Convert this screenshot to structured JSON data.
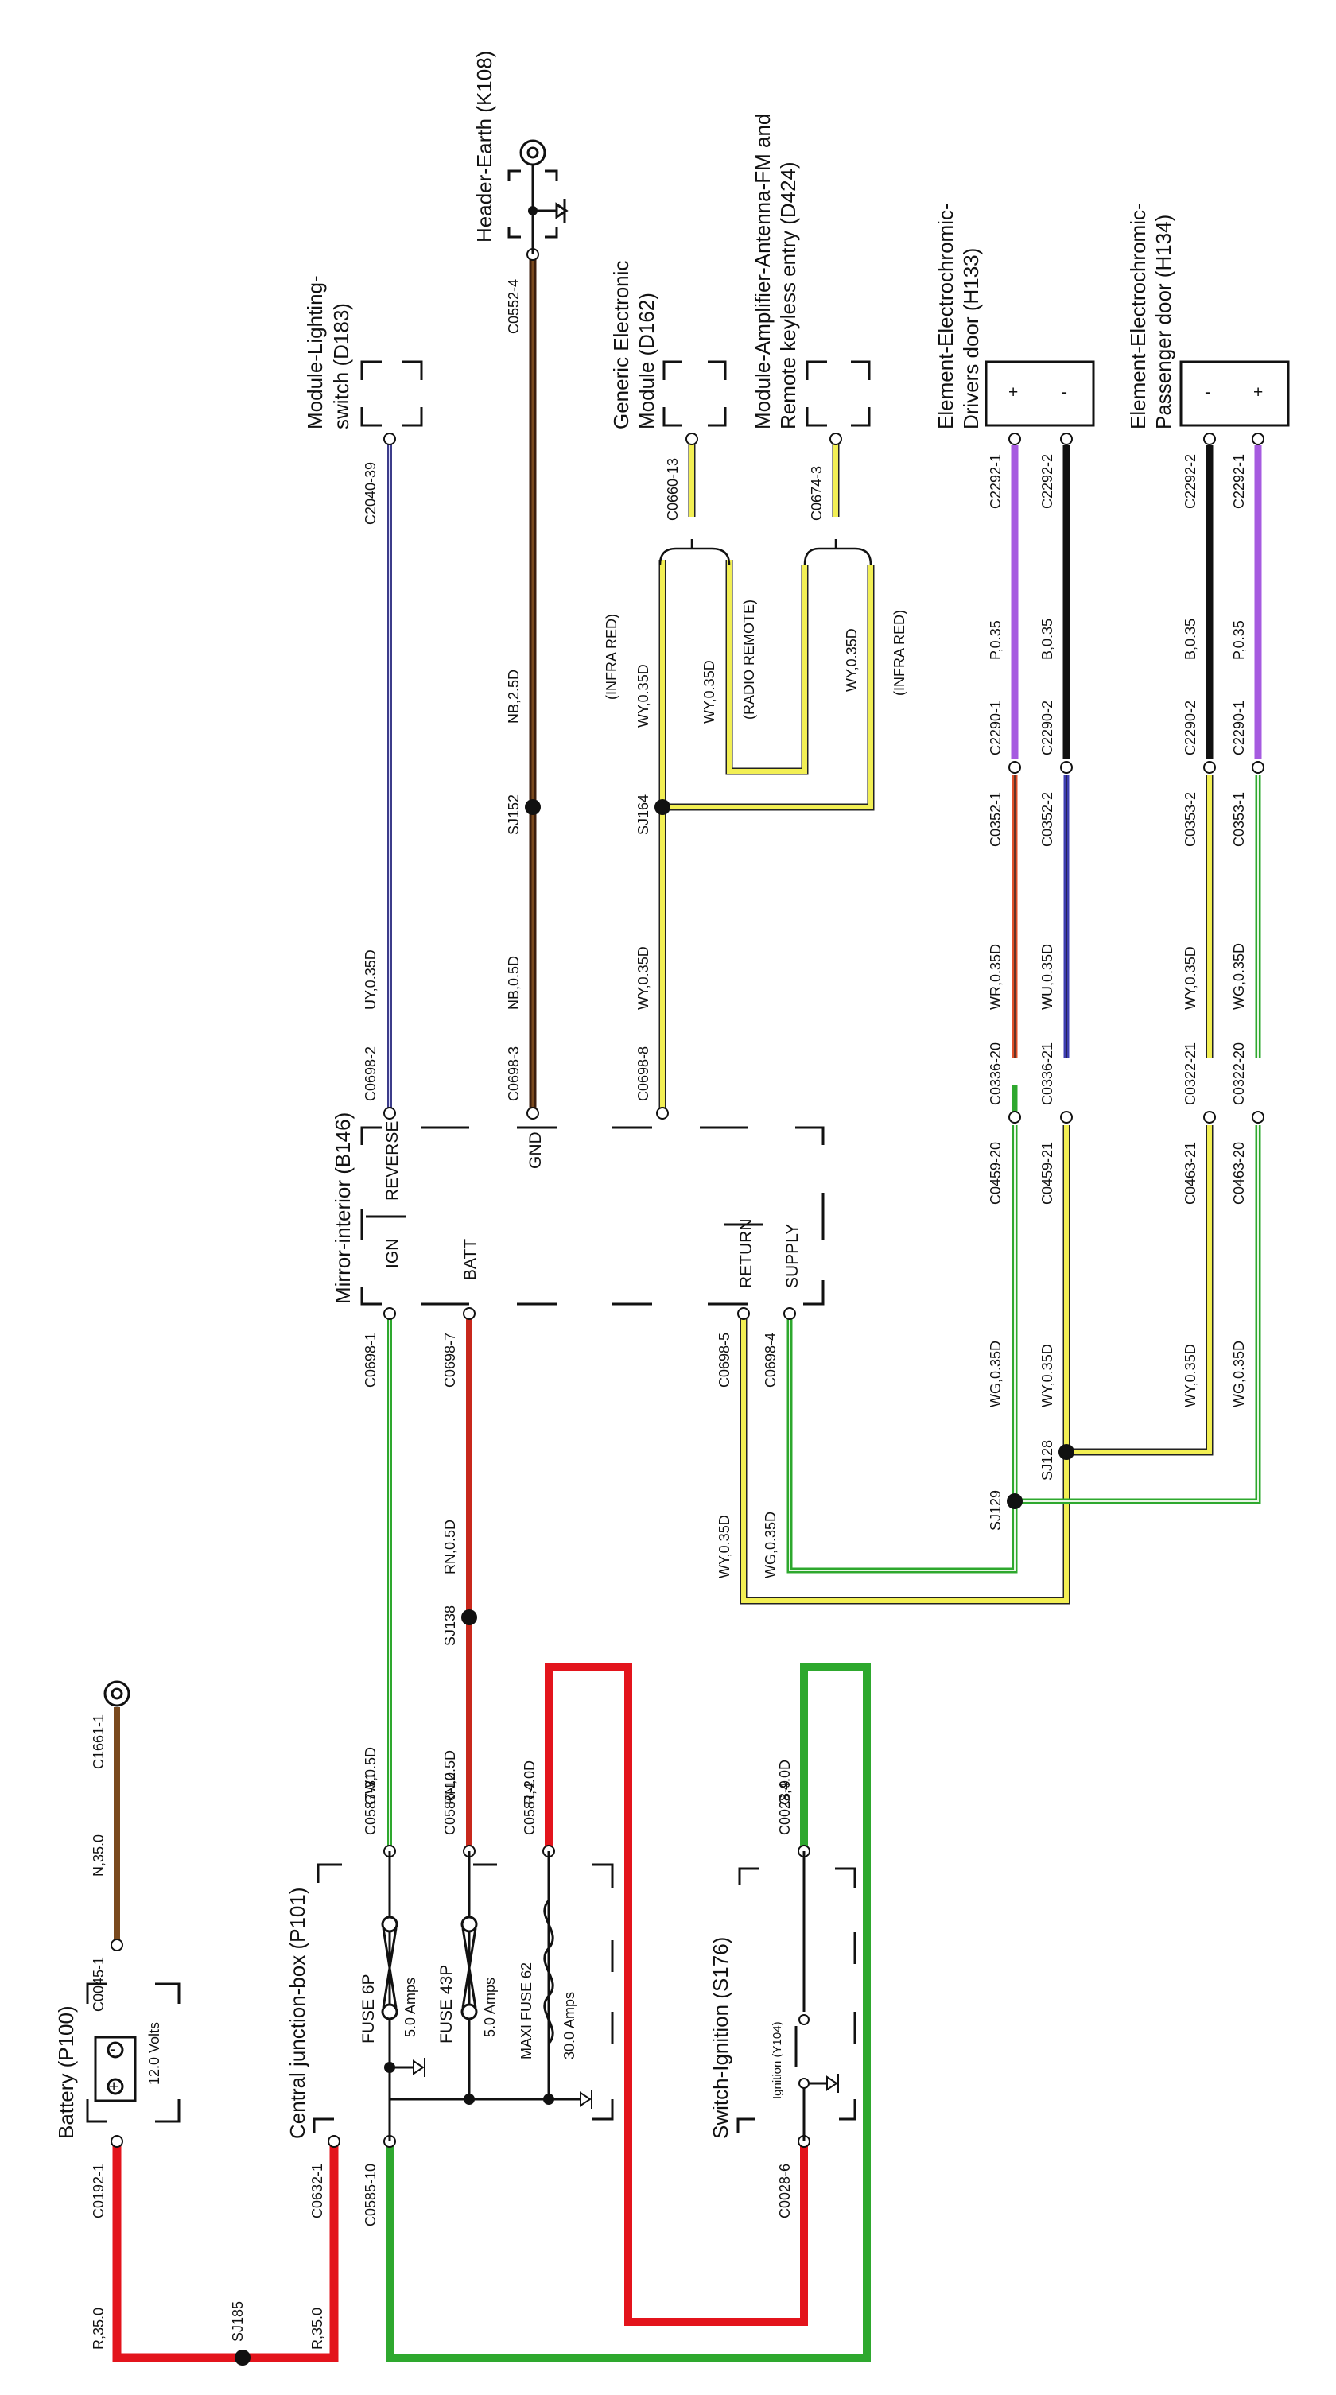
{
  "components": {
    "battery": {
      "title": "Battery (P100)",
      "volts": "12.0 Volts",
      "plus": "+",
      "minus": "-"
    },
    "cjb": {
      "title": "Central junction-box (P101)"
    },
    "fuse6p": {
      "name": "FUSE 6P",
      "rating": "5.0 Amps"
    },
    "fuse43p": {
      "name": "FUSE 43P",
      "rating": "5.0 Amps"
    },
    "maxi62": {
      "name": "MAXI FUSE 62",
      "rating": "30.0 Amps"
    },
    "ignition": {
      "title": "Switch-Ignition (S176)",
      "sub": "Ignition (Y104)"
    },
    "mirror": {
      "title": "Mirror-interior (B146)",
      "ign": "IGN",
      "batt": "BATT",
      "reverse": "REVERSE",
      "gnd": "GND",
      "return": "RETURN",
      "supply": "SUPPLY"
    },
    "lighting": {
      "title1": "Module-Lighting-",
      "title2": "switch (D183)"
    },
    "earth": {
      "title": "Header-Earth (K108)"
    },
    "gem": {
      "title1": "Generic Electronic",
      "title2": "Module (D162)"
    },
    "amp": {
      "title1": "Module-Amplifier-Antenna-FM and",
      "title2": "Remote keyless entry (D424)"
    },
    "h133": {
      "title1": "Element-Electrochromic-",
      "title2": "Drivers door (H133)",
      "plus": "+",
      "minus": "-"
    },
    "h134": {
      "title1": "Element-Electrochromic-",
      "title2": "Passenger door (H134)",
      "plus": "+",
      "minus": "-"
    }
  },
  "connectors": {
    "c0192_1": "C0192-1",
    "c0045_1": "C0045-1",
    "c1661_1": "C1661-1",
    "c0632_1": "C0632-1",
    "c0585_10": "C0585-10",
    "c0587_31": "C0587-31",
    "c0586_12": "C0586-12",
    "c0581_2": "C0581-2",
    "c0028_6": "C0028-6",
    "c0028_9": "C0028-9",
    "c0698_1": "C0698-1",
    "c0698_7": "C0698-7",
    "c0698_2": "C0698-2",
    "c0698_3": "C0698-3",
    "c0698_8": "C0698-8",
    "c0698_5": "C0698-5",
    "c0698_4": "C0698-4",
    "c2040_39": "C2040-39",
    "c0552_4": "C0552-4",
    "c0660_13": "C0660-13",
    "c0674_3": "C0674-3",
    "c0459_20": "C0459-20",
    "c0459_21": "C0459-21",
    "c0463_21": "C0463-21",
    "c0463_20": "C0463-20",
    "c0336_20": "C0336-20",
    "c0336_21": "C0336-21",
    "c0322_21": "C0322-21",
    "c0322_20": "C0322-20",
    "c0352_1": "C0352-1",
    "c0352_2": "C0352-2",
    "c0353_2": "C0353-2",
    "c0353_1": "C0353-1",
    "c2290_1a": "C2290-1",
    "c2290_2a": "C2290-2",
    "c2290_2b": "C2290-2",
    "c2290_1b": "C2290-1",
    "c2292_1a": "C2292-1",
    "c2292_2a": "C2292-2",
    "c2292_2b": "C2292-2",
    "c2292_1b": "C2292-1"
  },
  "splices": {
    "sj185": "SJ185",
    "sj138": "SJ138",
    "sj152": "SJ152",
    "sj164": "SJ164",
    "sj129": "SJ129",
    "sj128": "SJ128"
  },
  "wires": {
    "r35a": "R,35.0",
    "r35b": "R,35.0",
    "n35": "N,35.0",
    "gw05": "GW,0.5D",
    "rn05a": "RN,0.5D",
    "rn05b": "RN,0.5D",
    "r40": "R,4.0D",
    "g40": "G,4.0D",
    "uy035": "UY,0.35D",
    "nb05": "NB,0.5D",
    "nb25": "NB,2.5D",
    "wy035a": "WY,0.35D",
    "wy035b": "WY,0.35D",
    "wy035c": "WY,0.35D",
    "infra1": "(INFRA RED)",
    "radio": "(RADIO REMOTE)",
    "wy035d": "WY,0.35D",
    "infra2": "(INFRA RED)",
    "wy035e": "WY,0.35D",
    "wg035a": "WG,0.35D",
    "wg035b": "WG,0.35D",
    "wy035f": "WY,0.35D",
    "wy035g": "WY,0.35D",
    "wg035c": "WG,0.35D",
    "wr035": "WR,0.35D",
    "wu035": "WU,0.35D",
    "wy035h": "WY,0.35D",
    "wg035d": "WG,0.35D",
    "p035a": "P,0.35",
    "b035a": "B,0.35",
    "b035b": "B,0.35",
    "p035b": "P,0.35"
  },
  "colors": {
    "red": "#e3141c",
    "green": "#2ea82e",
    "brown": "#7a4a1e",
    "darkbrown": "#3b1d0c",
    "yellow": "#f2ef54",
    "purple": "#a65be0",
    "black": "#111111",
    "blue": "#3c3cb0",
    "lightgreen": "#6bcc5e",
    "orange": "#e0502a"
  }
}
